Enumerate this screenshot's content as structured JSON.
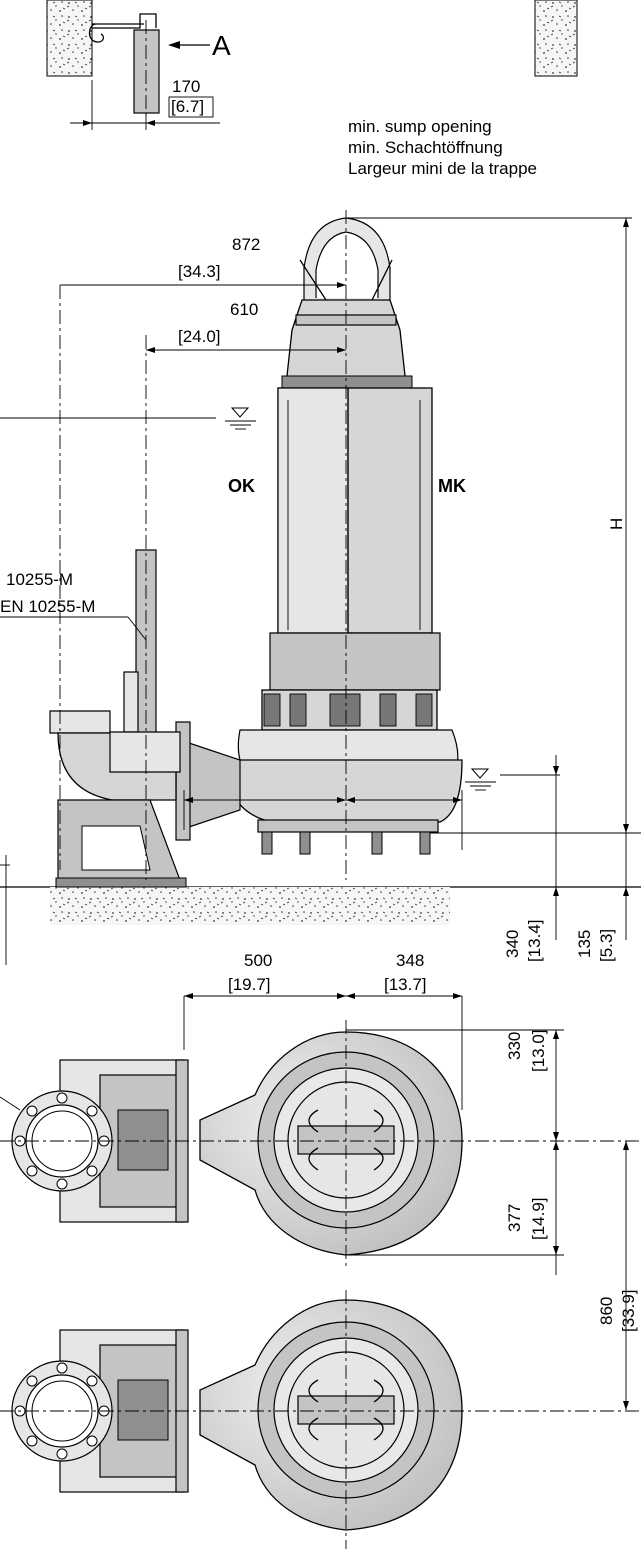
{
  "view_marker": "A",
  "sump_note": [
    "min. sump opening",
    "min. Schachtöffnung",
    "Largeur mini de la trappe"
  ],
  "standard": [
    "10255-M",
    "EN 10255-M"
  ],
  "variants": {
    "left": "OK",
    "right": "MK"
  },
  "height_symbol": "H",
  "dimensions": {
    "d170": {
      "mm": "170",
      "in": "[6.7]"
    },
    "d872": {
      "mm": "872",
      "in": "[34.3]"
    },
    "d610": {
      "mm": "610",
      "in": "[24.0]"
    },
    "d500": {
      "mm": "500",
      "in": "[19.7]"
    },
    "d348": {
      "mm": "348",
      "in": "[13.7]"
    },
    "d340": {
      "mm": "340",
      "in": "[13.4]"
    },
    "d135": {
      "mm": "135",
      "in": "[5.3]"
    },
    "d330": {
      "mm": "330",
      "in": "[13.0]"
    },
    "d377": {
      "mm": "377",
      "in": "[14.9]"
    },
    "d860": {
      "mm": "860",
      "in": "[33.9]"
    }
  }
}
